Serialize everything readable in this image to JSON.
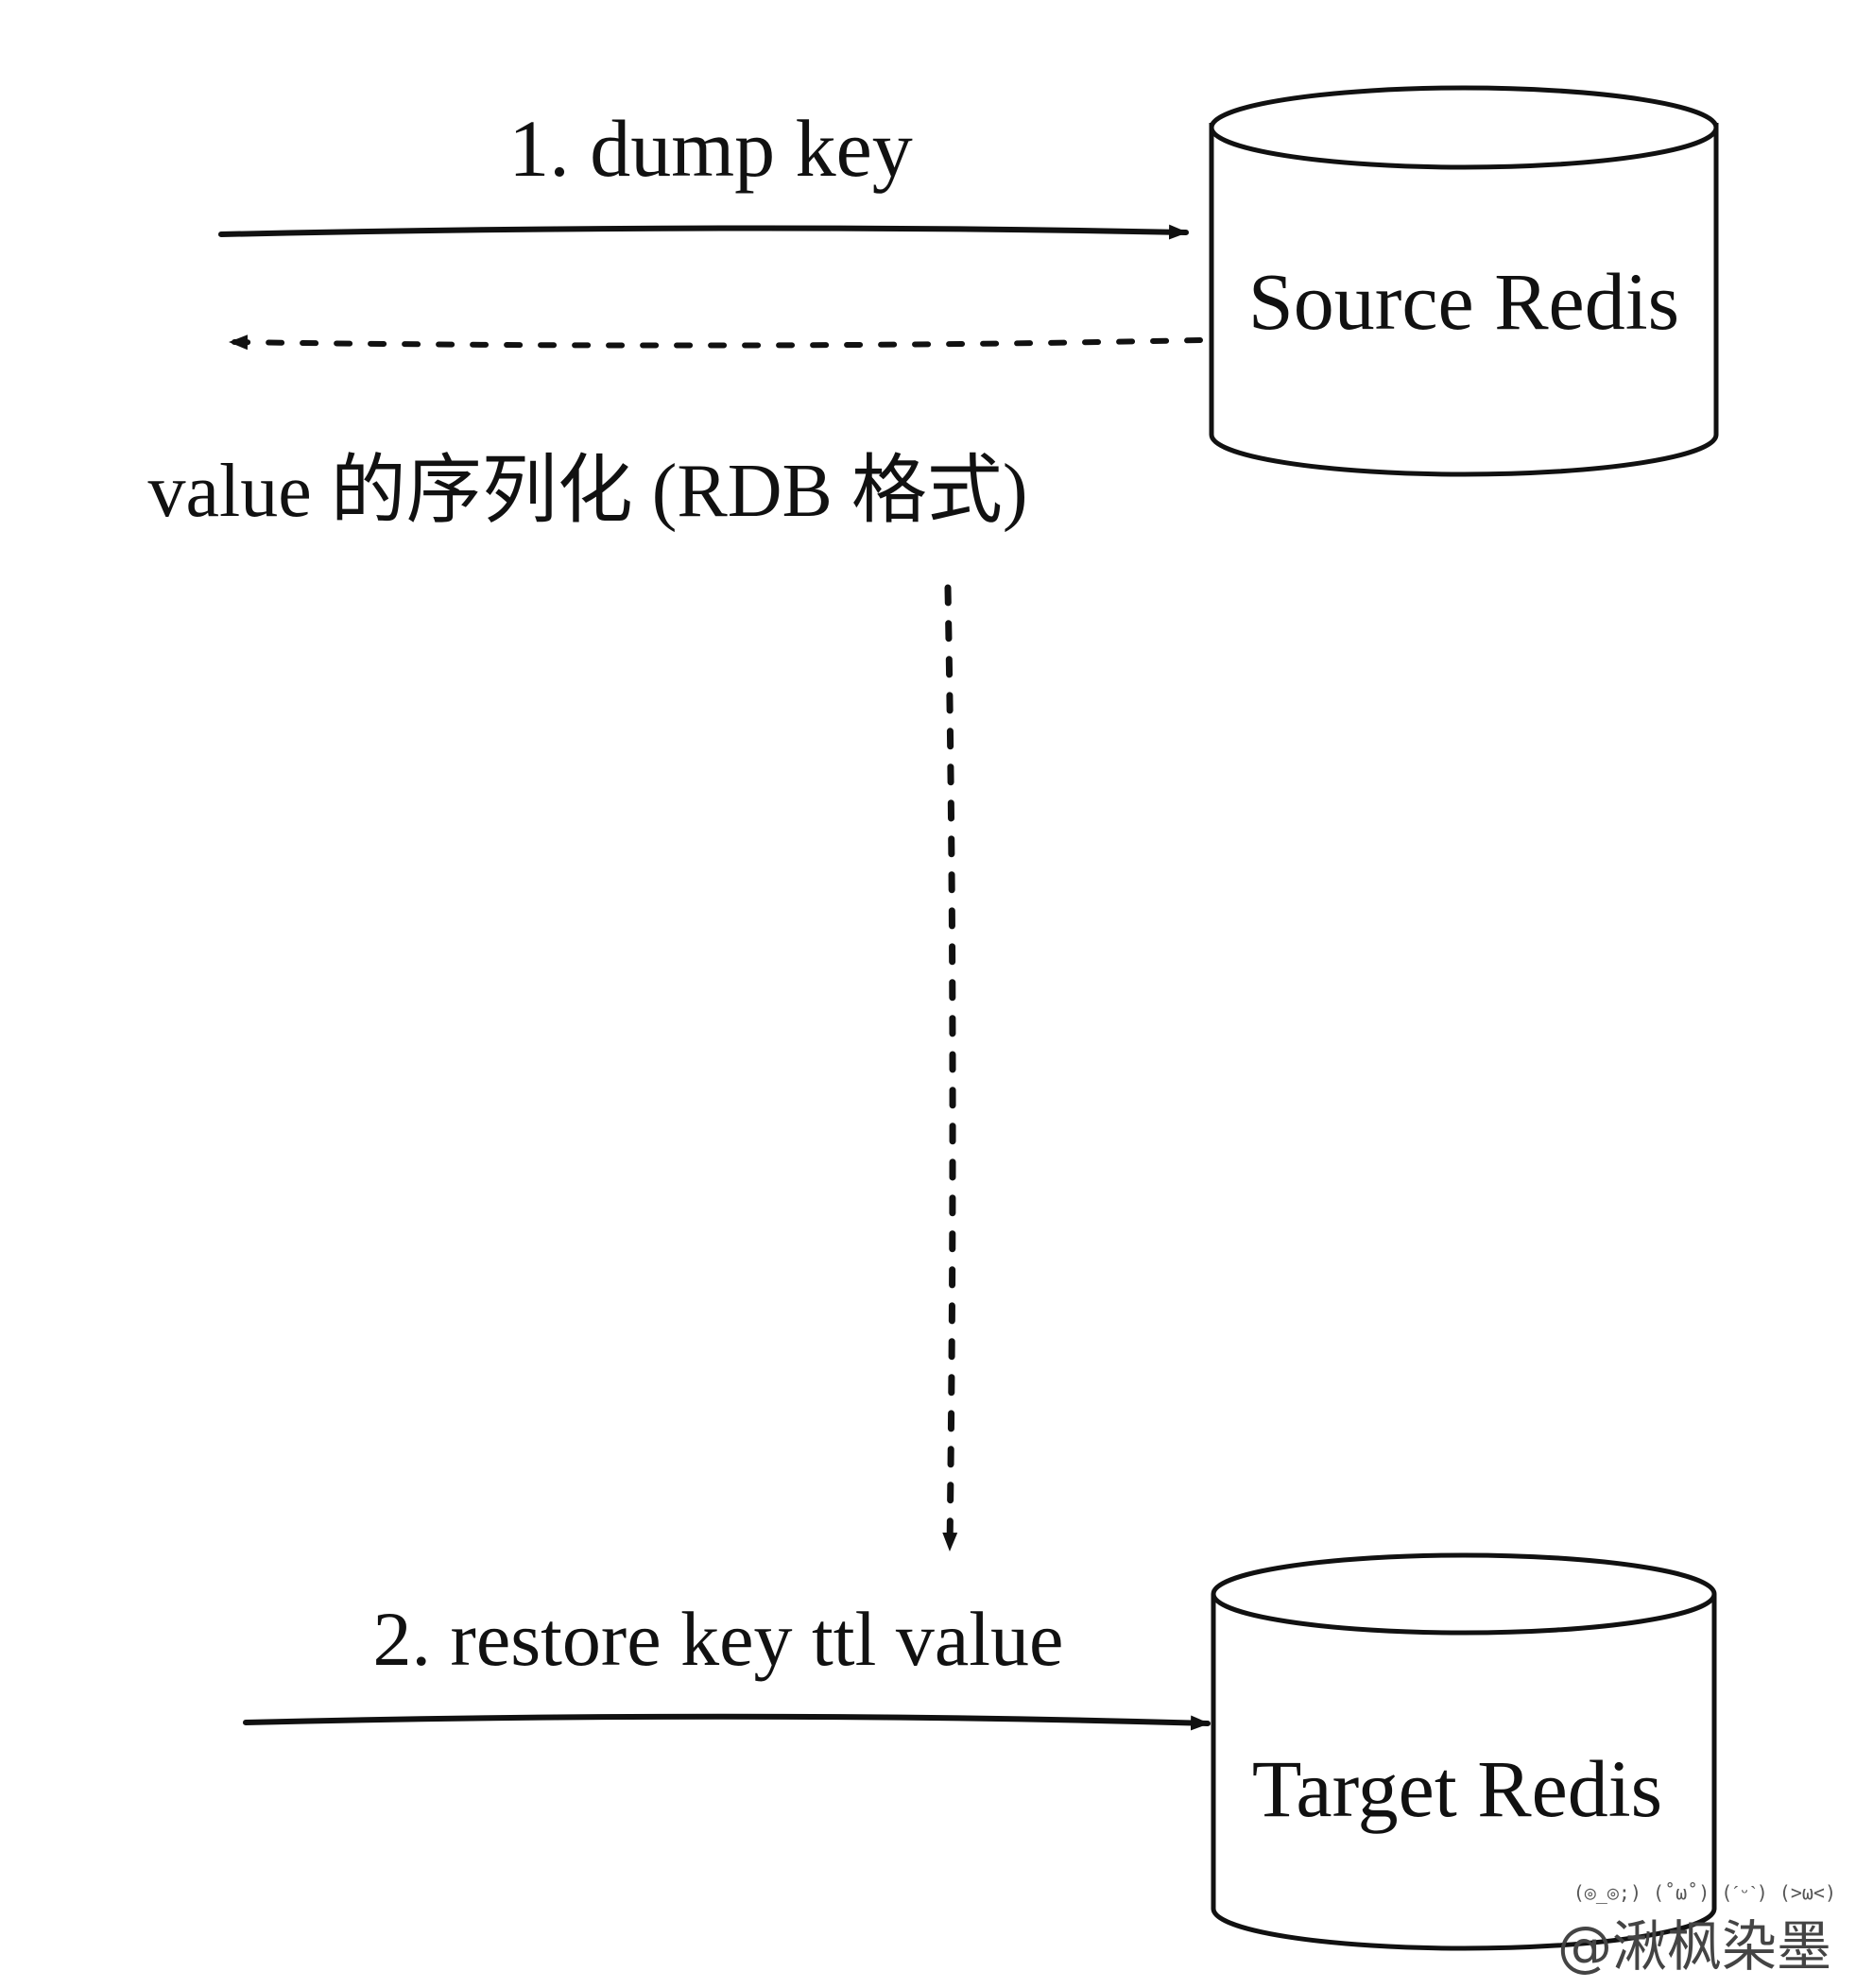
{
  "colors": {
    "stroke": "#111111",
    "background": "#ffffff",
    "watermark": "#555555"
  },
  "nodes": {
    "source": {
      "label": "Source Redis",
      "shape": "cylinder"
    },
    "target": {
      "label": "Target Redis",
      "shape": "cylinder"
    }
  },
  "edges": {
    "dump": {
      "label": "1. dump key",
      "style": "solid",
      "direction": "to-source"
    },
    "response": {
      "label": "value 的序列化 (RDB 格式)",
      "style": "dotted",
      "direction": "from-source"
    },
    "transfer": {
      "style": "dotted",
      "direction": "down-to-target"
    },
    "restore": {
      "label": "2. restore key ttl value",
      "style": "solid",
      "direction": "to-target"
    }
  },
  "watermark": {
    "faces": "(◎_◎;) (˚ω˚) (ˊᵕˋ) (>ω<)",
    "text": "@湫枫染墨"
  }
}
